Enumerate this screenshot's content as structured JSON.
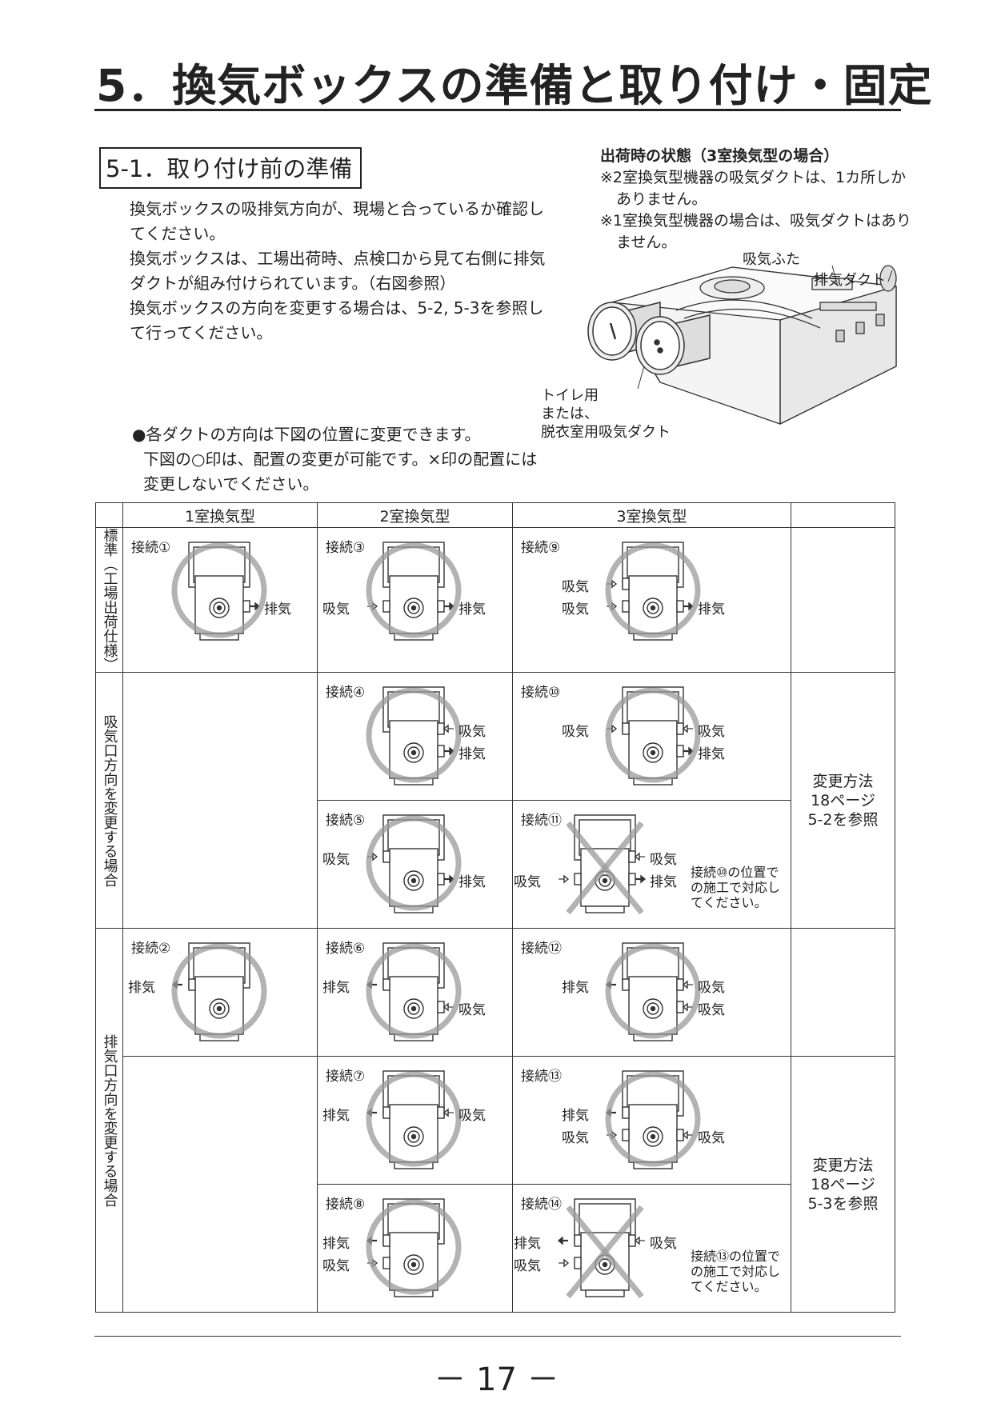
{
  "title": "5．換気ボックスの準備と取り付け・固定",
  "section": "5-1．取り付け前の準備",
  "intro": [
    "換気ボックスの吸排気方向が、現場と合っているか確認してください。",
    "換気ボックスは、工場出荷時、点検口から見て右側に排気ダクトが組み付けられています。（右図参照）",
    "換気ボックスの方向を変更する場合は、5-2, 5-3を参照して行ってください。"
  ],
  "shipping": {
    "title": "出荷時の状態（3室換気型の場合）",
    "notes": [
      "※2室換気型機器の吸気ダクトは、1カ所しかありません。",
      "※1室換気型機器の場合は、吸気ダクトはありません。"
    ],
    "labels": {
      "lid": "吸気ふた",
      "exhaust_duct": "排気ダクト",
      "toilet_1": "トイレ用",
      "toilet_2": "または、",
      "toilet_3": "脱衣室用吸気ダクト"
    }
  },
  "bullet": {
    "line1": "●各ダクトの方向は下図の位置に変更できます。",
    "line2": "下図の○印は、配置の変更が可能です。×印の配置には変更しないでください。"
  },
  "table": {
    "headers": [
      "1室換気型",
      "2室換気型",
      "3室換気型"
    ],
    "row_labels": {
      "standard": "標準（工場出荷仕様）",
      "intake": "吸気口方向を変更する場合",
      "exhaust": "排気口方向を変更する場合"
    },
    "method_intake": [
      "変更方法",
      "18ページ",
      "5-2を参照"
    ],
    "method_exhaust": [
      "変更方法",
      "18ページ",
      "5-3を参照"
    ],
    "cells": {
      "c1": {
        "name": "接続①",
        "mark": "ok",
        "labels": {
          "r1": "排気"
        }
      },
      "c3": {
        "name": "接続③",
        "mark": "ok",
        "labels": {
          "l1": "吸気",
          "r1": "排気"
        }
      },
      "c9": {
        "name": "接続⑨",
        "mark": "ok",
        "labels": {
          "l0": "吸気",
          "l1": "吸気",
          "r1": "排気"
        }
      },
      "c4": {
        "name": "接続④",
        "mark": "ok",
        "labels": {
          "r0": "吸気",
          "r1": "排気"
        }
      },
      "c10": {
        "name": "接続⑩",
        "mark": "ok",
        "labels": {
          "l0": "吸気",
          "r0": "吸気",
          "r1": "排気"
        }
      },
      "c5": {
        "name": "接続⑤",
        "mark": "ok",
        "labels": {
          "l0": "吸気",
          "r1": "排気"
        }
      },
      "c11": {
        "name": "接続⑪",
        "mark": "ng",
        "labels": {
          "l1": "吸気",
          "r0": "吸気",
          "r1": "排気"
        },
        "note": [
          "接続⑩の位置で",
          "の施工で対応し",
          "てください。"
        ]
      },
      "c2": {
        "name": "接続②",
        "mark": "ok",
        "labels": {
          "l0": "排気"
        }
      },
      "c6": {
        "name": "接続⑥",
        "mark": "ok",
        "labels": {
          "l0": "排気",
          "r1": "吸気"
        }
      },
      "c12": {
        "name": "接続⑫",
        "mark": "ok",
        "labels": {
          "l0": "排気",
          "r0": "吸気",
          "r1": "吸気"
        }
      },
      "c7": {
        "name": "接続⑦",
        "mark": "ok",
        "labels": {
          "l0": "排気",
          "r0": "吸気"
        }
      },
      "c13": {
        "name": "接続⑬",
        "mark": "ok",
        "labels": {
          "l0": "排気",
          "l1": "吸気",
          "r1": "吸気"
        }
      },
      "c8": {
        "name": "接続⑧",
        "mark": "ok",
        "labels": {
          "l0": "排気",
          "l1": "吸気"
        }
      },
      "c14": {
        "name": "接続⑭",
        "mark": "ng",
        "labels": {
          "l0": "排気",
          "l1": "吸気",
          "r0": "吸気"
        },
        "note": [
          "接続⑬の位置で",
          "の施工で対応し",
          "てください。"
        ]
      }
    }
  },
  "page_number": "－ 17 －"
}
